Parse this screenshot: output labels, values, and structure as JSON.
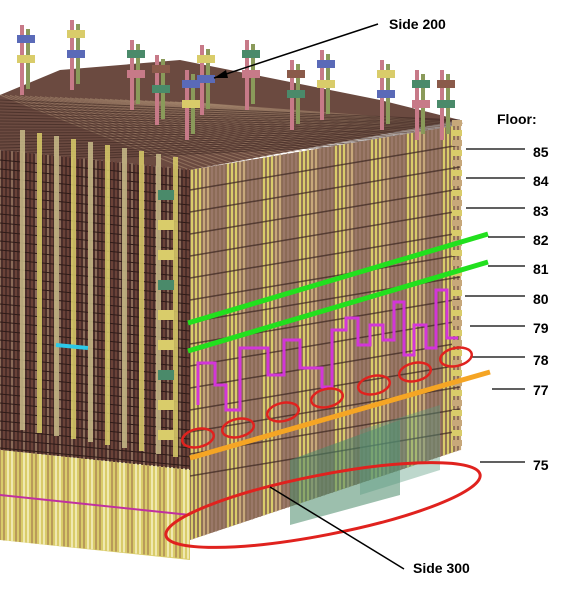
{
  "callouts": {
    "side_top": "Side 200",
    "side_bottom": "Side 300"
  },
  "floor_header": "Floor:",
  "floors": [
    "85",
    "84",
    "83",
    "82",
    "81",
    "80",
    "79",
    "78",
    "77",
    "75"
  ],
  "colors": {
    "green_line": "#22e01e",
    "orange_line": "#f5a524",
    "red_ellipse": "#e0221e",
    "magenta_trace": "#d236d8",
    "cyan_mark": "#2cc9e8",
    "steel_dark": "#5a3a34",
    "column_yellow": "#d9cc6a",
    "column_tan": "#c7a87a"
  }
}
